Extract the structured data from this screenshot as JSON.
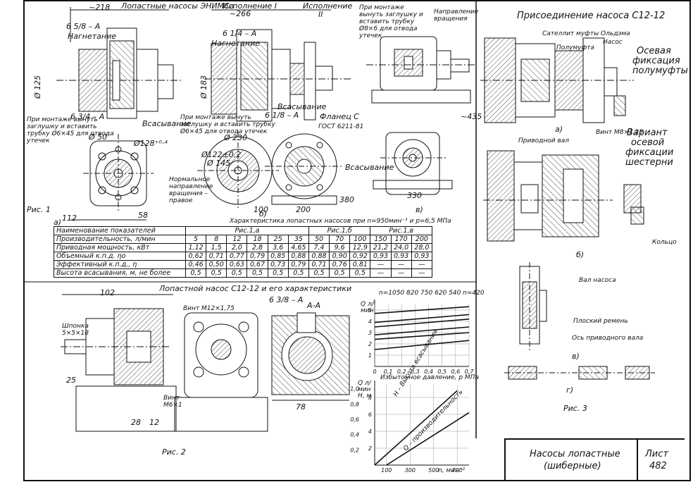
{
  "sheet": {
    "header_fig1": "Лопастные насосы ЭНИМСа",
    "header_var1": "Исполнение I",
    "header_var2_a": "Исполнение",
    "header_var2_b": "II",
    "right_title": "Присоединение насоса С12-12",
    "fig1": "Рис. 1",
    "fig2": "Рис. 2",
    "fig3": "Рис. 3",
    "mid_title": "Лопастной насос С12-12 и его характеристики",
    "table_caption": "Характеристика лопастных насосов при  n=950мин⁻¹ и p=6,5 МПа",
    "title_name_1": "Насосы лопастные",
    "title_name_2": "(шиберные)",
    "sheet_label": "Лист",
    "sheet_no": "482"
  },
  "labels": {
    "nagnetanie": "Нагнетание",
    "vsasyvanie": "Всасывание",
    "mount_note_1": "При монтаже вынуть заглушку и вставить трубку Ø6×45 для отвода утечек",
    "mount_note_2": "При монтаже вынуть заглушку и вставить трубку Ø6×45 для отвода утечек",
    "mount_note_3": "При монтаже вынуть заглушку и вставить трубку Ø8×6 для отвода утечек",
    "rotation_right": "Нормальное направление вращения – правое",
    "rotation_dir": "Направление вращения",
    "flanec": "Фланец С",
    "sat_mufty": "Сателлит муфты Ольдэма",
    "polumufta": "Полумуфта",
    "nasos": "Насос",
    "axial_1": "Осевая",
    "axial_2": "фиксация",
    "axial_3": "полумуфты",
    "variant_1": "Вариант",
    "variant_2": "осевой",
    "variant_3": "фиксации",
    "variant_4": "шестерни",
    "privodnoy_val": "Приводной вал",
    "vint_m8": "Винт М8×1,25",
    "kolco": "Кольцо",
    "val_nasosa": "Вал насоса",
    "ploskiy_remen": "Плоский ремень",
    "os_val": "Ось приводного вала",
    "shponka": "Шпонка 5×5×18",
    "vint_m12": "Винт М12×1,75",
    "vint_m6": "Винт М6×1",
    "section_aa": "А-А",
    "gost": "ГОСТ 6211-81",
    "fig_a": "а)",
    "fig_b": "б)",
    "fig_v": "в)",
    "fig_g": "г)"
  },
  "dims": {
    "d218": "~218",
    "d266": "~266",
    "d102": "102",
    "d112": "112",
    "d58": "58",
    "d380": "380",
    "d330": "330",
    "d435": "~435",
    "d78": "78",
    "d28": "28",
    "d12": "12",
    "d25": "25",
    "d200": "200",
    "d100": "100",
    "d125": "Ø 125",
    "d183": "Ø 183",
    "d230": "Ø 230",
    "d145": "Ø 145",
    "d50": "Ø 50",
    "d128": "Ø128⁺⁰·⁴",
    "d122": "Ø122±0,2",
    "g58": "6 5/8 – А",
    "g114": "6 1/4 – А",
    "g34": "6 3/4 – А",
    "g38": "6 3/8 – А",
    "g18": "6 1/8 – А"
  },
  "table": {
    "head": [
      "Наименование показателей",
      "Рис.1,а",
      "Рис.1,б",
      "Рис.1,в"
    ],
    "rows": [
      {
        "name": "Производительность, л/мин",
        "v": [
          "5",
          "8",
          "12",
          "18",
          "25",
          "35",
          "50",
          "70",
          "100",
          "150",
          "170",
          "200"
        ]
      },
      {
        "name": "Приводная мощность, кВт",
        "v": [
          "1,12",
          "1,5",
          "2,0",
          "2,8",
          "3,6",
          "4,65",
          "7,4",
          "9,6",
          "12,9",
          "21,2",
          "24,0",
          "28,0"
        ]
      },
      {
        "name": "Объемный к.п.д. ηо",
        "v": [
          "0,62",
          "0,71",
          "0,77",
          "0,79",
          "0,85",
          "0,88",
          "0,88",
          "0,90",
          "0,92",
          "0,93",
          "0,93",
          "0,93"
        ]
      },
      {
        "name": "Эффективный к.п.д., η",
        "v": [
          "0,46",
          "0,50",
          "0,63",
          "0,67",
          "0,73",
          "0,79",
          "0,71",
          "0,76",
          "0,81",
          "—",
          "—",
          "—"
        ]
      },
      {
        "name": "Высота всасывания, м, не более",
        "v": [
          "0,5",
          "0,5",
          "0,5",
          "0,5",
          "0,5",
          "0,5",
          "0,5",
          "0,5",
          "0,5",
          "—",
          "—",
          "—"
        ]
      }
    ]
  },
  "chart_data": [
    {
      "type": "line",
      "title": "n=1050  820  750  620  540  n=420",
      "xlabel": "Избыточное давление, p МПа",
      "ylabel": "Q л/мин",
      "x_ticks": [
        "0",
        "0,1",
        "0,2",
        "0,3",
        "0,4",
        "0,5",
        "0,6",
        "0,7"
      ],
      "y_ticks": [
        "1",
        "2",
        "3",
        "4",
        "5"
      ],
      "xlim": [
        0,
        0.7
      ],
      "ylim": [
        0,
        5.5
      ],
      "series": [
        {
          "name": "1050",
          "x": [
            0,
            0.7
          ],
          "y": [
            4.7,
            5.3
          ]
        },
        {
          "name": "820",
          "x": [
            0,
            0.7
          ],
          "y": [
            3.9,
            4.6
          ]
        },
        {
          "name": "750",
          "x": [
            0,
            0.7
          ],
          "y": [
            3.5,
            4.2
          ]
        },
        {
          "name": "620",
          "x": [
            0,
            0.7
          ],
          "y": [
            2.8,
            3.5
          ]
        },
        {
          "name": "540",
          "x": [
            0,
            0.7
          ],
          "y": [
            2.4,
            3.0
          ]
        },
        {
          "name": "420",
          "x": [
            0,
            0.7
          ],
          "y": [
            1.5,
            2.3
          ]
        }
      ]
    },
    {
      "type": "line",
      "title": "",
      "xlabel": "n, мин⁻¹",
      "ylabel": "Q л/мин  Н, м",
      "x_ticks": [
        "100",
        "300",
        "500",
        "700"
      ],
      "y_ticks": [
        "2",
        "4",
        "6",
        "8"
      ],
      "y2_ticks": [
        "0,2",
        "0,4",
        "0,6",
        "0,8",
        "1,0"
      ],
      "xlim": [
        0,
        800
      ],
      "ylim": [
        0,
        9.5
      ],
      "series": [
        {
          "name": "Н – Высота всасывания",
          "x": [
            0,
            700
          ],
          "y": [
            0,
            8.8
          ]
        },
        {
          "name": "Q – производительность",
          "x": [
            100,
            800
          ],
          "y": [
            0,
            6.2
          ]
        }
      ]
    }
  ]
}
